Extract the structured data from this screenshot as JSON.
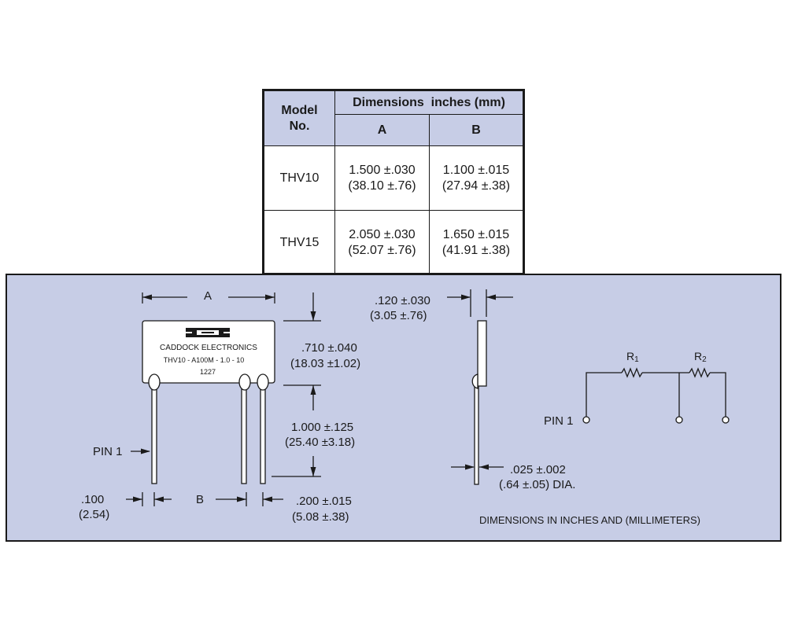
{
  "table": {
    "header": {
      "model_line1": "Model",
      "model_line2": "No.",
      "dimensions": "Dimensions  inches (mm)",
      "col_a": "A",
      "col_b": "B"
    },
    "rows": [
      {
        "model": "THV10",
        "a_in": "1.500 ±.030",
        "a_mm": "(38.10 ±.76)",
        "b_in": "1.100 ±.015",
        "b_mm": "(27.94 ±.38)"
      },
      {
        "model": "THV15",
        "a_in": "2.050 ±.030",
        "a_mm": "(52.07 ±.76)",
        "b_in": "1.650 ±.015",
        "b_mm": "(41.91 ±.38)"
      }
    ]
  },
  "drawing": {
    "label_a": "A",
    "label_b": "B",
    "body_brand": "CADDOCK ELECTRONICS",
    "body_part": "THV10 - A100M - 1.0 - 10",
    "body_code": "1227",
    "height_in": ".710 ±.040",
    "height_mm": "(18.03 ±1.02)",
    "lead_len_in": "1.000 ±.125",
    "lead_len_mm": "(25.40 ±3.18)",
    "pin1_front": "PIN 1",
    "offset_in": ".100",
    "offset_mm": "(2.54)",
    "spacing_in": ".200 ±.015",
    "spacing_mm": "(5.08 ±.38)",
    "thick_in": ".120 ±.030",
    "thick_mm": "(3.05 ±.76)",
    "lead_dia_in": ".025 ±.002",
    "lead_dia_mm": "(.64 ±.05) DIA.",
    "r1": "R",
    "r1_sub": "1",
    "r2": "R",
    "r2_sub": "2",
    "pin1_schematic": "PIN 1",
    "footnote": "DIMENSIONS IN INCHES AND (MILLIMETERS)"
  },
  "colors": {
    "panel_background": "#c7cde6",
    "table_header_background": "#c7cde6",
    "line_color": "#1a1a1a"
  }
}
